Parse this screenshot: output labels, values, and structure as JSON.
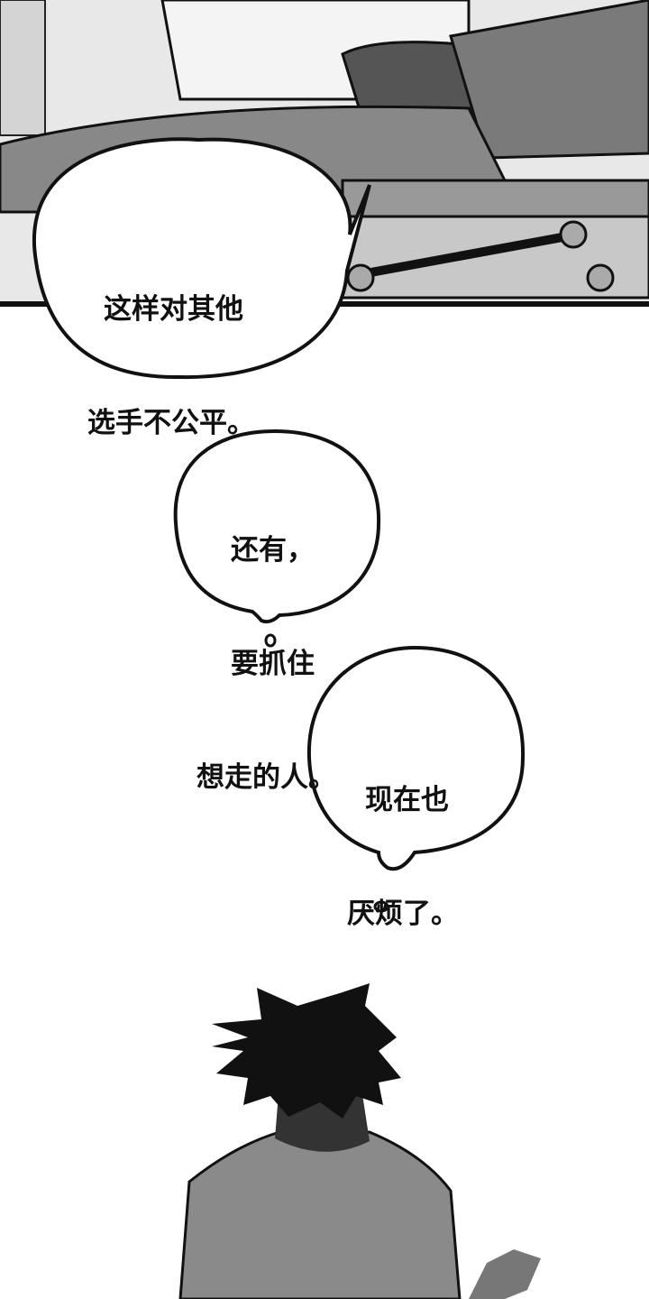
{
  "panels": [
    {
      "bubble": {
        "lines": [
          "这样对其他",
          "选手不公平。"
        ]
      }
    },
    {
      "thought_bubble_1": {
        "lines": [
          "还有，",
          "要抓住",
          "想走的人。"
        ]
      },
      "thought_bubble_2": {
        "lines": [
          "现在也",
          "厌烦了。"
        ]
      }
    }
  ],
  "colors": {
    "panel_gray": "#9a9a9a",
    "ink": "#111111",
    "background": "#ffffff"
  }
}
